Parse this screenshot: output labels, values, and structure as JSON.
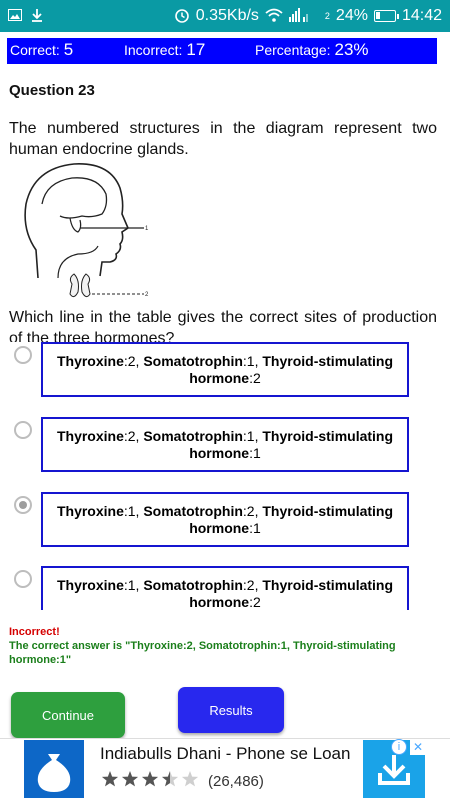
{
  "status_bar": {
    "network_speed": "0.35Kb/s",
    "sim_indicator": "2",
    "battery_percent": "24%",
    "battery_level": 0.24,
    "time": "14:42",
    "icons": [
      "image-icon",
      "download-icon",
      "alarm-icon",
      "wifi-icon",
      "signal-icon",
      "battery-icon"
    ]
  },
  "score": {
    "correct_label": "Correct:",
    "correct_value": "5",
    "incorrect_label": "Incorrect:",
    "incorrect_value": "17",
    "percentage_label": "Percentage:",
    "percentage_value": "23%"
  },
  "question": {
    "number": "Question 23",
    "text": "The numbered structures in the diagram represent two human endocrine glands.",
    "diagram_labels": [
      "1",
      "2"
    ],
    "prompt": "Which line in the table gives the correct sites of production of the three hormones?"
  },
  "options": [
    {
      "p1_name": "Thyroxine",
      "p1_val": ":2, ",
      "p2_name": "Somatotrophin",
      "p2_val": ":1, ",
      "p3_name": "Thyroid-stimulating hormone",
      "p3_val": ":2",
      "selected": false
    },
    {
      "p1_name": "Thyroxine",
      "p1_val": ":2, ",
      "p2_name": "Somatotrophin",
      "p2_val": ":1, ",
      "p3_name": "Thyroid-stimulating hormone",
      "p3_val": ":1",
      "selected": false
    },
    {
      "p1_name": "Thyroxine",
      "p1_val": ":1, ",
      "p2_name": "Somatotrophin",
      "p2_val": ":2, ",
      "p3_name": "Thyroid-stimulating hormone",
      "p3_val": ":1",
      "selected": true
    },
    {
      "p1_name": "Thyroxine",
      "p1_val": ":1, ",
      "p2_name": "Somatotrophin",
      "p2_val": ":2, ",
      "p3_name": "Thyroid-stimulating hormone",
      "p3_val": ":2",
      "selected": false
    }
  ],
  "feedback": {
    "result": "Incorrect!",
    "correct_answer": "The correct answer is \"Thyroxine:2, Somatotrophin:1, Thyroid-stimulating hormone:1\""
  },
  "buttons": {
    "continue_label": "Continue",
    "results_label": "Results"
  },
  "ad": {
    "title": "Indiabulls Dhani - Phone se Loan",
    "rating_count": "(26,486)",
    "rating": 3.5,
    "info_glyph": "i",
    "close_glyph": "✕"
  },
  "colors": {
    "status_bar": "#0a9aa4",
    "score_bar": "#0000ff",
    "option_border": "#1515d0",
    "incorrect_text": "#d50000",
    "correct_text": "#1b7f1b",
    "continue_button": "#2e9f3e",
    "results_button": "#2828ee"
  }
}
